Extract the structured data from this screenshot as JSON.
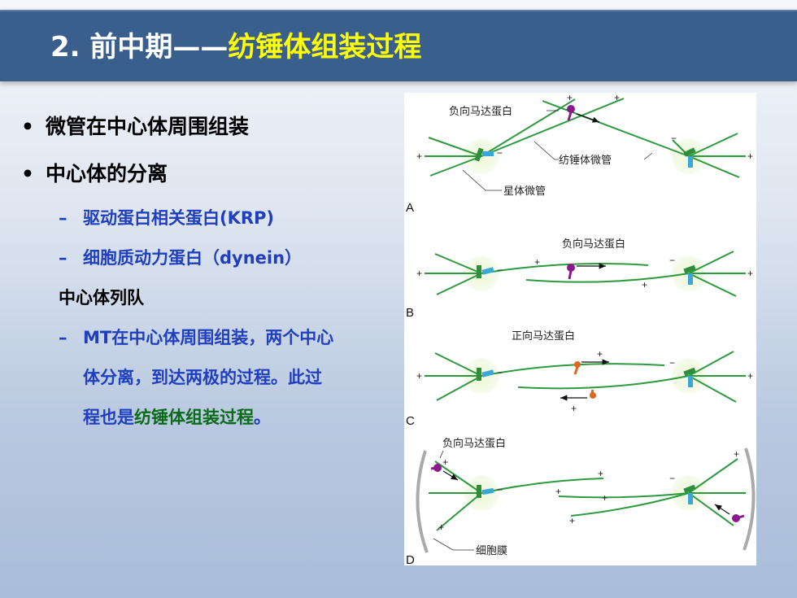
{
  "slide": {
    "title_number": "2. 前中期——",
    "title_highlight": "纺锤体组装过程",
    "bullets": [
      "微管在中心体周围组装",
      "中心体的分离"
    ],
    "sub1": "驱动蛋白相关蛋白(KRP)",
    "sub2": "细胞质动力蛋白（dynein）",
    "plain": "中心体列队",
    "sub3": "MT在中心体周围组装，两个中心",
    "cont1": "体分离，到达两极的过程。此过",
    "cont2_prefix": "程也是",
    "cont2_green": "纺锤体组装过程",
    "cont2_suffix": "。"
  },
  "figure": {
    "panel_letters": [
      "A",
      "B",
      "C",
      "D"
    ],
    "labels": {
      "a_minus_motor": "负向马达蛋白",
      "a_spindle_mt": "纺锤体微管",
      "a_astral_mt": "星体微管",
      "b_minus_motor": "负向马达蛋白",
      "c_plus_motor": "正向马达蛋白",
      "d_minus_motor": "负向马达蛋白",
      "d_membrane": "细胞膜"
    },
    "signs": {
      "plus": "+",
      "minus": "−"
    },
    "colors": {
      "microtubule": "#2e9a3e",
      "centrosome_glow": "#e3f2c6",
      "centriole_blue": "#3aa7d9",
      "centriole_green": "#2e8f3a",
      "minus_motor": "#8a1a8a",
      "plus_motor": "#d86a1e",
      "membrane": "#aaaaaa"
    }
  }
}
